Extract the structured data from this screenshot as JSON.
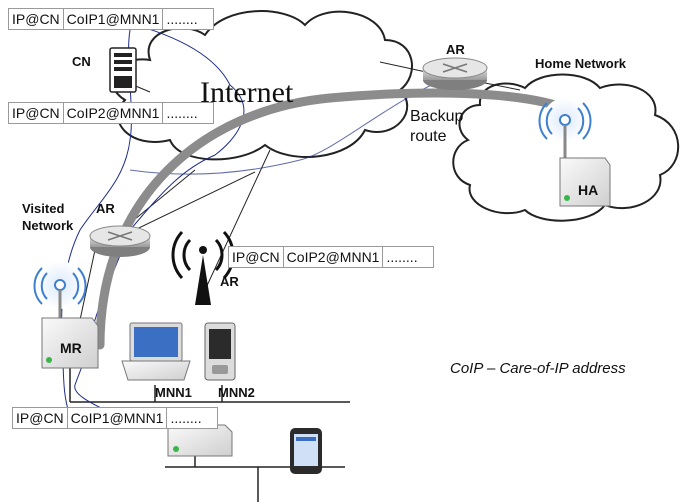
{
  "headers": [
    {
      "id": "top",
      "cells": [
        "IP@CN",
        "CoIP1@MNN1",
        "........"
      ]
    },
    {
      "id": "cn",
      "cells": [
        "IP@CN",
        "CoIP2@MNN1",
        "........"
      ]
    },
    {
      "id": "ar",
      "cells": [
        "IP@CN",
        "CoIP2@MNN1",
        "........"
      ]
    },
    {
      "id": "bottom",
      "cells": [
        "IP@CN",
        "CoIP1@MNN1",
        "........"
      ]
    }
  ],
  "labels": {
    "internet": "Internet",
    "cn": "CN",
    "ar_top": "AR",
    "home_network": "Home Network",
    "backup_route_1": "Backup",
    "backup_route_2": "route",
    "visited_network_1": "Visited",
    "visited_network_2": "Network",
    "ar_visited": "AR",
    "ar_antenna": "AR",
    "ha": "HA",
    "mr": "MR",
    "mnn1": "MNN1",
    "mnn2": "MNN2",
    "legend": "CoIP – Care-of-IP address"
  },
  "colors": {
    "route_arc": "#8c8c8c",
    "packet_path": "#1f2e8a",
    "cloud_stroke": "#222222",
    "wifi_signal": "#3f7fd0"
  }
}
